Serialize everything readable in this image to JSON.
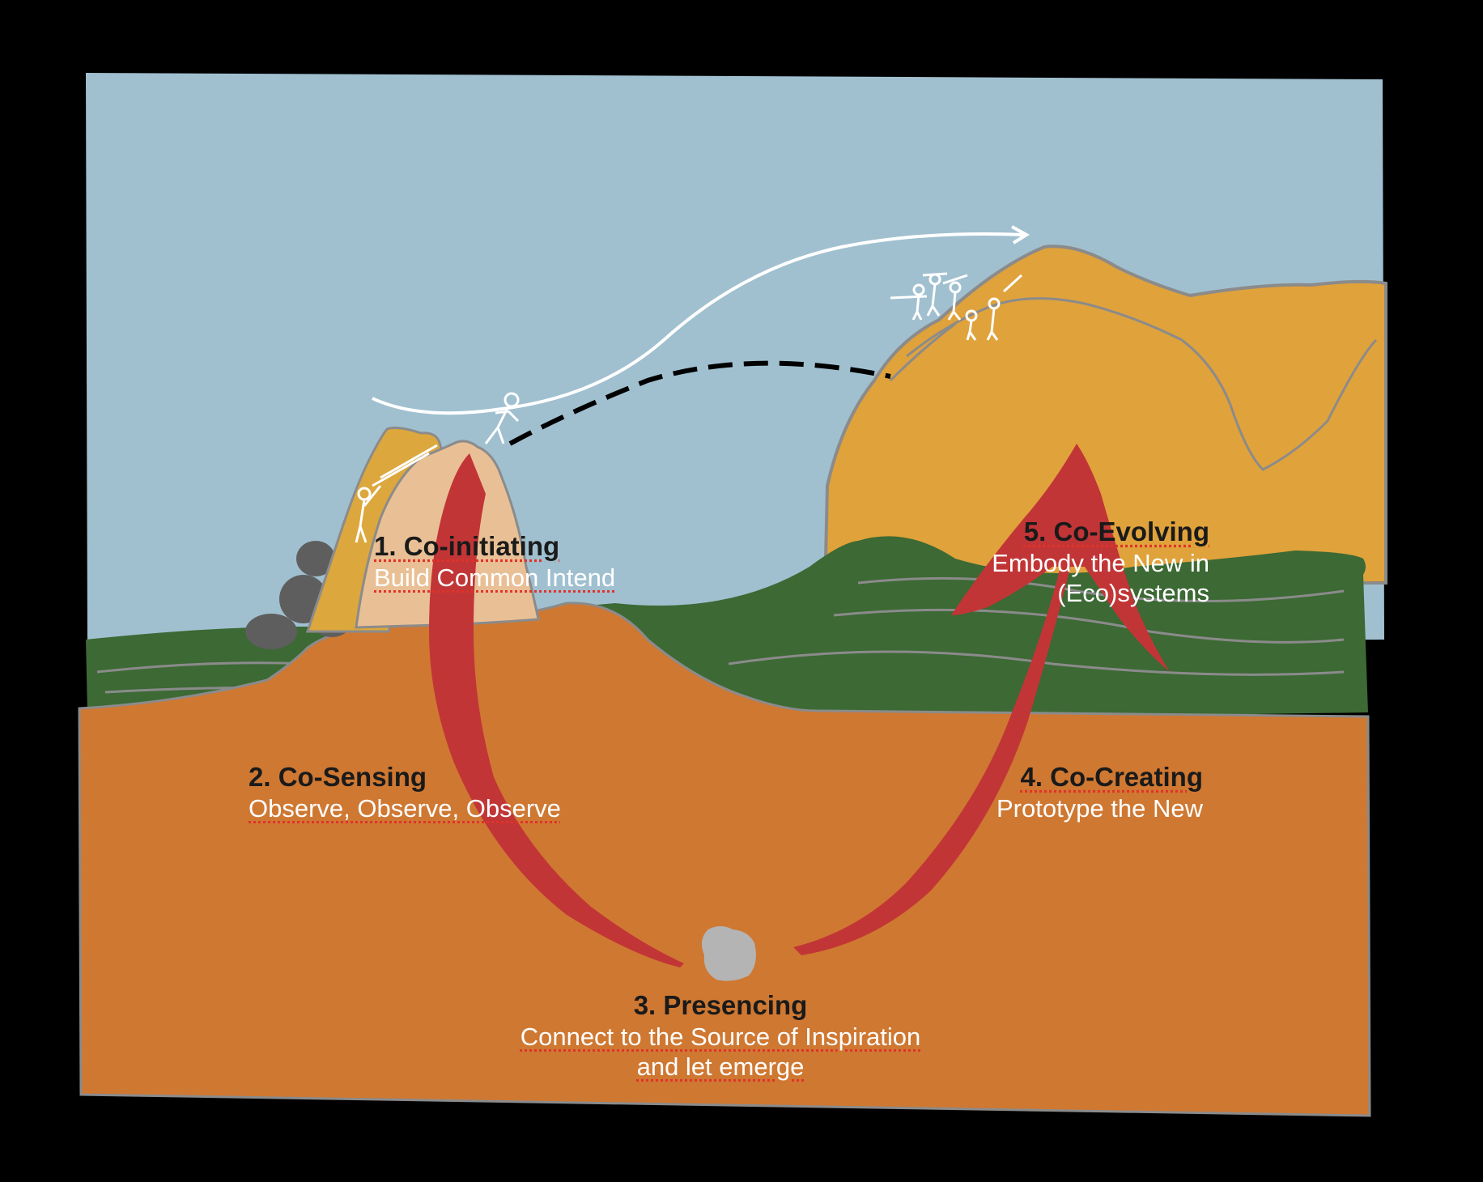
{
  "colors": {
    "sky": "#a0c0d0",
    "earth": "#cf7832",
    "grass": "#3c6934",
    "mountain_orange": "#e0a23b",
    "peach_rock": "#e9c095",
    "yellow_rock": "#dca73c",
    "boulder_gray": "#5e5e5e",
    "outline_gray": "#8b8b8b",
    "u_arrow": "#c23536",
    "presence_blob": "#b4b4b4",
    "frame": "#000000"
  },
  "stages": [
    {
      "id": "co-initiating",
      "title": "1. Co-initiating",
      "desc_lines": [
        "Build Common Intend"
      ]
    },
    {
      "id": "co-sensing",
      "title": "2. Co-Sensing",
      "desc_lines": [
        "Observe, Observe, Observe"
      ]
    },
    {
      "id": "presencing",
      "title": "3. Presencing",
      "desc_lines": [
        "Connect to the Source of Inspiration",
        "and let emerge"
      ]
    },
    {
      "id": "co-creating",
      "title": "4. Co-Creating",
      "desc_lines": [
        "Prototype the New"
      ]
    },
    {
      "id": "co-evolving",
      "title": "5. Co-Evolving",
      "desc_lines": [
        "Embody the New in",
        "(Eco)systems"
      ]
    }
  ]
}
